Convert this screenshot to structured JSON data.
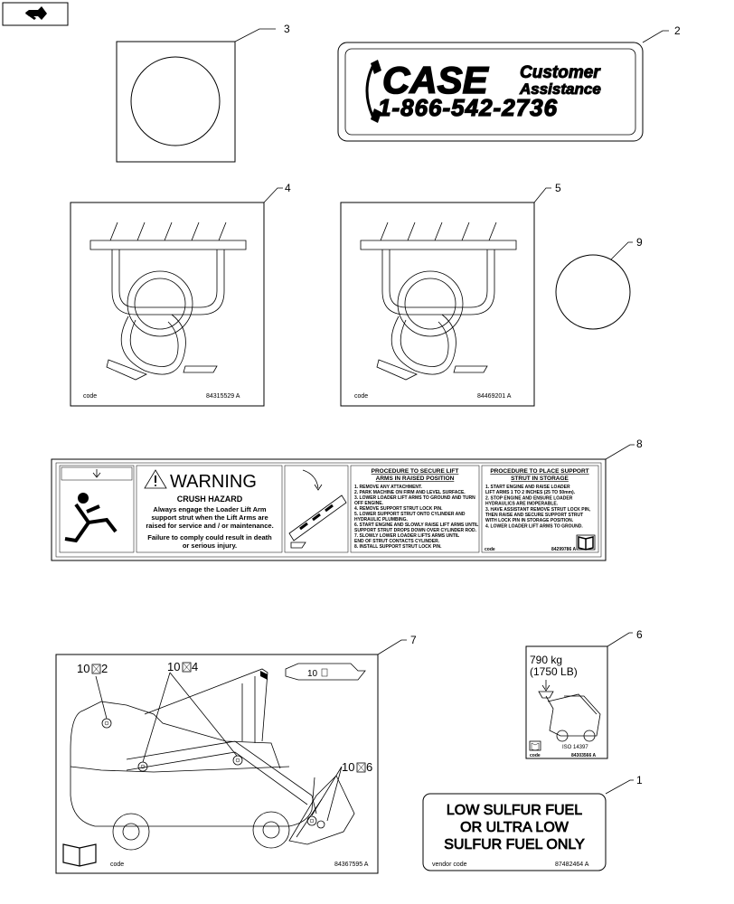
{
  "callouts": {
    "c1": "1",
    "c2": "2",
    "c3": "3",
    "c4": "4",
    "c5": "5",
    "c6": "6",
    "c7": "7",
    "c8": "8",
    "c9": "9"
  },
  "label2": {
    "brand": "CASE",
    "line1": "Customer",
    "line2": "Assistance",
    "phone": "1-866-542-2736"
  },
  "label4": {
    "code": "code",
    "part": "84315529 A"
  },
  "label5": {
    "code": "code",
    "part": "84469201 A"
  },
  "label8": {
    "warning": "WARNING",
    "hazard": "CRUSH HAZARD",
    "msg1": "Always engage the Loader Lift Arm",
    "msg2": "support strut when the Lift Arms are",
    "msg3": "raised for service and / or maintenance.",
    "msg4": "Failure to comply could result in death",
    "msg5": "or serious injury.",
    "proc1_title1": "PROCEDURE TO SECURE LIFT",
    "proc1_title2": "ARMS IN RAISED POSITION",
    "proc1_steps": [
      "1. REMOVE ANY ATTACHMENT.",
      "2. PARK MACHINE ON FIRM AND LEVEL SURFACE.",
      "3. LOWER LOADER LIFT ARMS TO GROUND AND TURN",
      "OFF ENGINE.",
      "4. REMOVE SUPPORT STRUT LOCK PIN.",
      "5. LOWER SUPPORT STRUT ONTO CYLINDER AND",
      "HYDRAULIC PLUMBING.",
      "6. START ENGINE AND SLOWLY RAISE LIFT ARMS UNTIL",
      "SUPPORT STRUT DROPS DOWN OVER CYLINDER ROD.",
      "7. SLOWLY LOWER LOADER LIFTS ARMS UNTIL",
      "END OF STRUT CONTACTS CYLINDER.",
      "8. INSTALL SUPPORT STRUT LOCK PIN."
    ],
    "proc2_title1": "PROCEDURE TO PLACE SUPPORT",
    "proc2_title2": "STRUT IN STORAGE",
    "proc2_steps": [
      "1. START ENGINE AND RAISE LOADER",
      "LIFT ARMS 1 TO 2 INCHES (25 TO 50mm).",
      "2. STOP ENGINE AND ENSURE LOADER",
      "HYDRAULICS ARE INOPERABLE.",
      "3. HAVE ASSISTANT REMOVE STRUT LOCK PIN,",
      "THEN RAISE AND SECURE SUPPORT STRUT",
      "WITH LOCK PIN IN STORAGE POSITION.",
      "4. LOWER LOADER LIFT ARMS TO GROUND."
    ],
    "code": "code",
    "part": "84299786 A"
  },
  "label7": {
    "p1": "10",
    "p1n": "2",
    "p2": "10",
    "p2n": "4",
    "p3": "10",
    "p3n": "6",
    "p4": "10",
    "code": "code",
    "part": "84367595 A"
  },
  "label6": {
    "weight_kg": "790 kg",
    "weight_lb": "(1750 LB)",
    "iso": "ISO 14397",
    "code": "code",
    "part": "84303566 A"
  },
  "label1": {
    "line1": "LOW SULFUR FUEL",
    "line2": "OR ULTRA LOW",
    "line3": "SULFUR FUEL ONLY",
    "code": "vendor code",
    "part": "87482464 A"
  },
  "colors": {
    "ink": "#000000",
    "paper": "#ffffff"
  },
  "icons": [
    "nav-arrow-icon",
    "phone-icon",
    "warning-triangle-icon",
    "manual-book-icon",
    "crush-person-icon"
  ]
}
